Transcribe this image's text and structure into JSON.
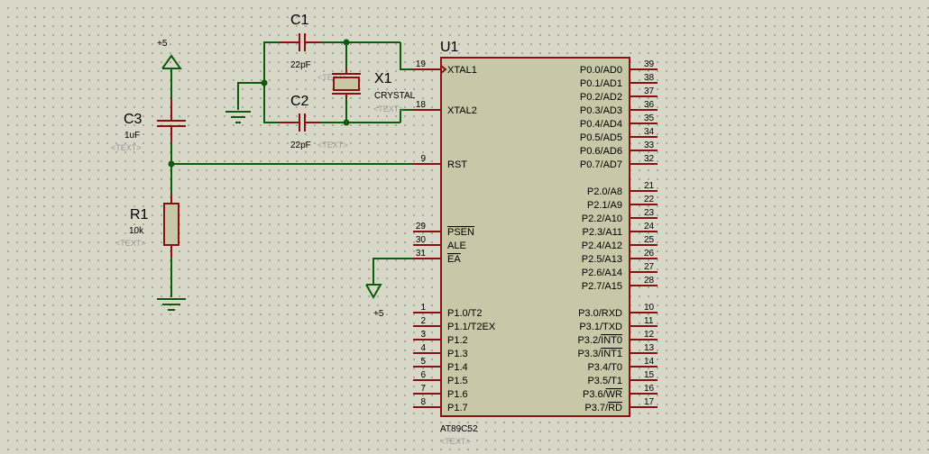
{
  "u1": {
    "ref": "U1",
    "part": "AT89C52",
    "text_placeholder": "<TEXT>",
    "left_pins": [
      {
        "num": "19",
        "name": "XTAL1"
      },
      {
        "num": "18",
        "name": "XTAL2"
      },
      {
        "num": "9",
        "name": "RST"
      },
      {
        "num": "29",
        "name": "PSEN",
        "overline": true
      },
      {
        "num": "30",
        "name": "ALE"
      },
      {
        "num": "31",
        "name": "EA",
        "overline": true
      },
      {
        "num": "1",
        "name": "P1.0/T2"
      },
      {
        "num": "2",
        "name": "P1.1/T2EX"
      },
      {
        "num": "3",
        "name": "P1.2"
      },
      {
        "num": "4",
        "name": "P1.3"
      },
      {
        "num": "5",
        "name": "P1.4"
      },
      {
        "num": "6",
        "name": "P1.5"
      },
      {
        "num": "7",
        "name": "P1.6"
      },
      {
        "num": "8",
        "name": "P1.7"
      }
    ],
    "right_pins": [
      {
        "num": "39",
        "name": "P0.0/AD0"
      },
      {
        "num": "38",
        "name": "P0.1/AD1"
      },
      {
        "num": "37",
        "name": "P0.2/AD2"
      },
      {
        "num": "36",
        "name": "P0.3/AD3"
      },
      {
        "num": "35",
        "name": "P0.4/AD4"
      },
      {
        "num": "34",
        "name": "P0.5/AD5"
      },
      {
        "num": "33",
        "name": "P0.6/AD6"
      },
      {
        "num": "32",
        "name": "P0.7/AD7"
      },
      {
        "num": "21",
        "name": "P2.0/A8"
      },
      {
        "num": "22",
        "name": "P2.1/A9"
      },
      {
        "num": "23",
        "name": "P2.2/A10"
      },
      {
        "num": "24",
        "name": "P2.3/A11"
      },
      {
        "num": "25",
        "name": "P2.4/A12"
      },
      {
        "num": "26",
        "name": "P2.5/A13"
      },
      {
        "num": "27",
        "name": "P2.6/A14"
      },
      {
        "num": "28",
        "name": "P2.7/A15"
      },
      {
        "num": "10",
        "name": "P3.0/RXD"
      },
      {
        "num": "11",
        "name": "P3.1/TXD"
      },
      {
        "num": "12",
        "name": "P3.2/INT0",
        "overline_part": "INT0"
      },
      {
        "num": "13",
        "name": "P3.3/INT1",
        "overline_part": "INT1"
      },
      {
        "num": "14",
        "name": "P3.4/T0"
      },
      {
        "num": "15",
        "name": "P3.5/T1"
      },
      {
        "num": "16",
        "name": "P3.6/WR",
        "overline_part": "WR"
      },
      {
        "num": "17",
        "name": "P3.7/RD",
        "overline_part": "RD"
      }
    ]
  },
  "c1": {
    "ref": "C1",
    "value": "22pF",
    "text_placeholder": "<TEXT>"
  },
  "c2": {
    "ref": "C2",
    "value": "22pF",
    "text_placeholder": "<TEXT>"
  },
  "c3": {
    "ref": "C3",
    "value": "1uF",
    "text_placeholder": "<TEXT>"
  },
  "r1": {
    "ref": "R1",
    "value": "10k",
    "text_placeholder": "<TEXT>"
  },
  "x1": {
    "ref": "X1",
    "value": "CRYSTAL",
    "text_placeholder": "<TEXT>"
  },
  "power": {
    "vcc_top": "+5",
    "vcc_ea": "+5"
  }
}
